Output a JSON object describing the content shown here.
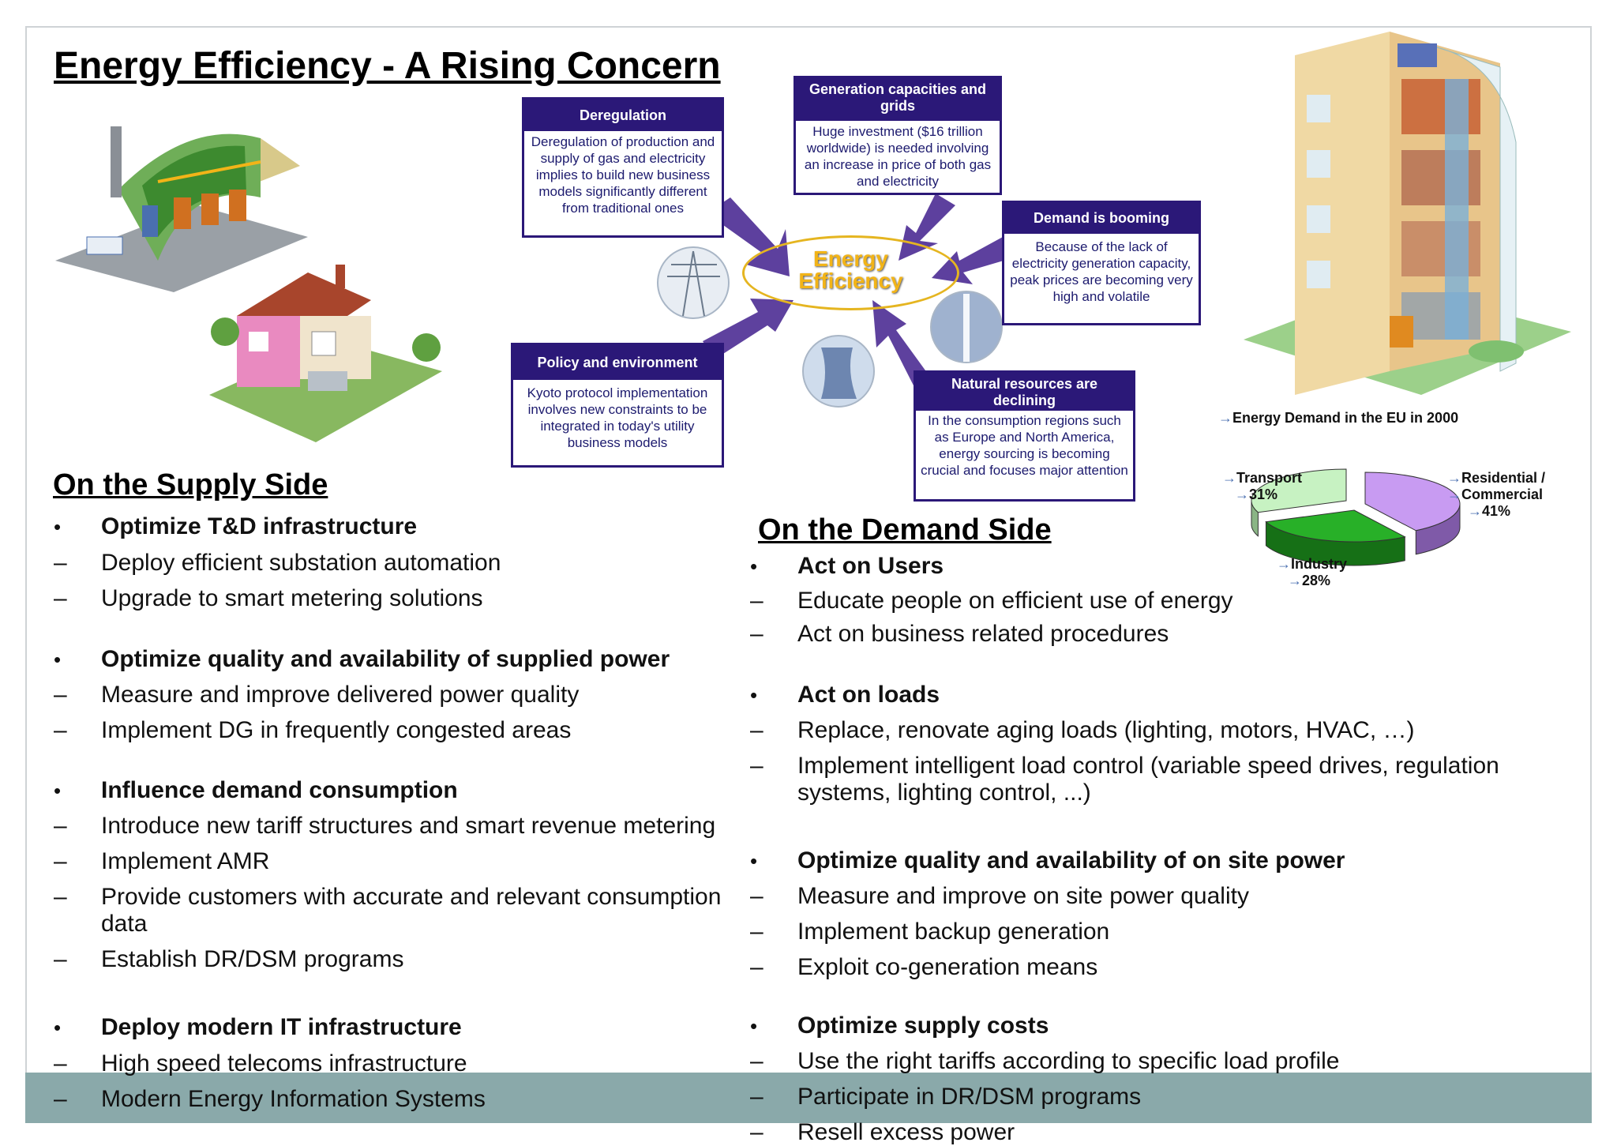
{
  "title": "Energy Efficiency -  A Rising Concern",
  "infographic": {
    "center": {
      "line1": "Energy",
      "line2": "Efficiency"
    },
    "boxes": [
      {
        "id": "deregulation",
        "header": "Deregulation",
        "body": "Deregulation of production and supply of gas and electricity  implies to build new business models significantly different from traditional ones"
      },
      {
        "id": "generation",
        "header": "Generation capacities and grids",
        "body": "Huge investment ($16 trillion worldwide) is needed involving an increase in price of both gas and electricity"
      },
      {
        "id": "demand",
        "header": "Demand is booming",
        "body": "Because of the lack of electricity generation capacity, peak prices are becoming very high and volatile"
      },
      {
        "id": "policy",
        "header": "Policy and environment",
        "body": "Kyoto protocol implementation involves new constraints to be integrated in today's utility business models"
      },
      {
        "id": "natural",
        "header": "Natural resources are declining",
        "body": "In the consumption regions such as Europe and North America, energy sourcing is becoming crucial and focuses major attention"
      }
    ]
  },
  "chart_data": {
    "type": "pie",
    "title": "Energy Demand in the EU in 2000",
    "categories": [
      "Residential / Commercial",
      "Industry",
      "Transport"
    ],
    "values": [
      41,
      28,
      31
    ],
    "labels": [
      "41%",
      "28%",
      "31%"
    ],
    "colors": [
      "#c89bf2",
      "#28b028",
      "#c7f2c2"
    ],
    "legend": "labels-around"
  },
  "supply": {
    "heading": "On the Supply Side",
    "items": [
      {
        "type": "bullet",
        "marker": "•",
        "text": "Optimize T&D infrastructure"
      },
      {
        "type": "dash",
        "marker": "–",
        "text": "Deploy efficient substation automation"
      },
      {
        "type": "dash",
        "marker": "–",
        "text": "Upgrade to smart metering solutions"
      },
      {
        "type": "bullet",
        "marker": "•",
        "text": "Optimize quality and availability of supplied power"
      },
      {
        "type": "dash",
        "marker": "–",
        "text": "Measure and improve delivered power quality"
      },
      {
        "type": "dash",
        "marker": "–",
        "text": "Implement DG in frequently congested areas"
      },
      {
        "type": "bullet",
        "marker": "•",
        "text": "Influence demand consumption"
      },
      {
        "type": "dash",
        "marker": "–",
        "text": "Introduce new tariff structures and smart revenue metering"
      },
      {
        "type": "dash",
        "marker": "–",
        "text": "Implement AMR"
      },
      {
        "type": "dash",
        "marker": "–",
        "text": "Provide customers with accurate and relevant consumption",
        "text2": "data"
      },
      {
        "type": "dash",
        "marker": "–",
        "text": "Establish DR/DSM programs"
      },
      {
        "type": "bullet",
        "marker": "•",
        "text": "Deploy modern IT infrastructure"
      },
      {
        "type": "dash",
        "marker": "–",
        "text": "High speed telecoms infrastructure"
      },
      {
        "type": "dash",
        "marker": "–",
        "text": "Modern Energy Information Systems"
      }
    ]
  },
  "demand": {
    "heading": "On the Demand Side",
    "items": [
      {
        "type": "bullet",
        "marker": "•",
        "text": "Act on Users"
      },
      {
        "type": "dash",
        "marker": "–",
        "text": "Educate people on efficient use of energy"
      },
      {
        "type": "dash",
        "marker": "–",
        "text": "Act on business related procedures"
      },
      {
        "type": "bullet",
        "marker": "•",
        "text": "Act on loads"
      },
      {
        "type": "dash",
        "marker": "–",
        "text": "Replace, renovate aging loads (lighting, motors, HVAC, …)"
      },
      {
        "type": "dash",
        "marker": "–",
        "text": "Implement intelligent load control (variable speed drives, regulation",
        "text2": "systems, lighting control, ...)"
      },
      {
        "type": "bullet",
        "marker": "•",
        "text": "Optimize quality and availability of on site power"
      },
      {
        "type": "dash",
        "marker": "–",
        "text": "Measure and improve on site power quality"
      },
      {
        "type": "dash",
        "marker": "–",
        "text": "Implement backup generation"
      },
      {
        "type": "dash",
        "marker": "–",
        "text": "Exploit co-generation means"
      },
      {
        "type": "bullet",
        "marker": "•",
        "text": "Optimize supply costs"
      },
      {
        "type": "dash",
        "marker": "–",
        "text": "Use the right tariffs according to specific load profile"
      },
      {
        "type": "dash",
        "marker": "–",
        "text": "Participate in DR/DSM programs"
      },
      {
        "type": "dash",
        "marker": "–",
        "text": "Resell excess power"
      }
    ]
  }
}
